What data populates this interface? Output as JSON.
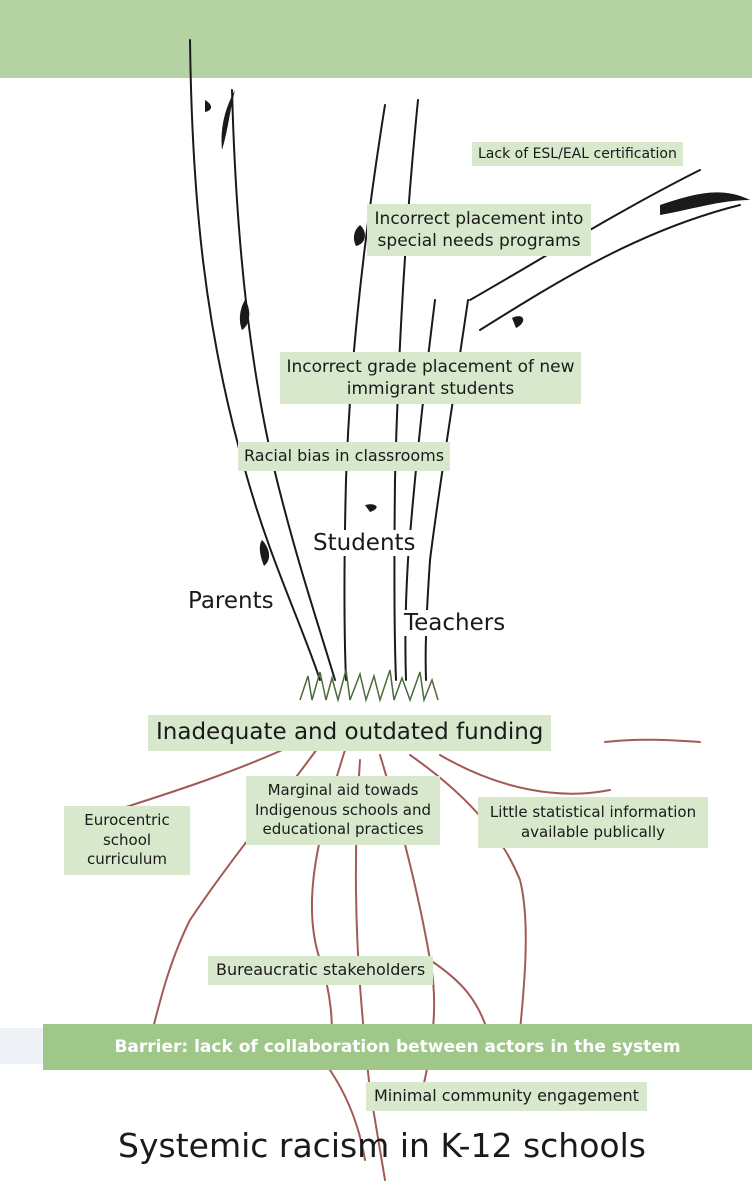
{
  "diagram": {
    "trunk_labels": [
      "Lack of ESL/EAL certification",
      "Incorrect placement into special needs programs",
      "Incorrect grade placement of new immigrant students",
      "Racial bias in classrooms"
    ],
    "actors": [
      "Students",
      "Parents",
      "Teachers"
    ],
    "root_labels": [
      "Inadequate and outdated funding",
      "Eurocentric school curriculum",
      "Marginal aid towads Indigenous schools and educational practices",
      "Little statistical information available publically",
      "Bureaucratic stakeholders",
      "Minimal community engagement"
    ],
    "barrier": "Barrier: lack of collaboration between actors in the system",
    "root_cause": "Systemic racism in K-12 schools"
  },
  "colors": {
    "top_band": "#b5d3a2",
    "label_bg": "#d7e8cd",
    "barrier_band": "#9fc78a",
    "roots": "#a35a55",
    "bark": "#1a1a1a"
  }
}
